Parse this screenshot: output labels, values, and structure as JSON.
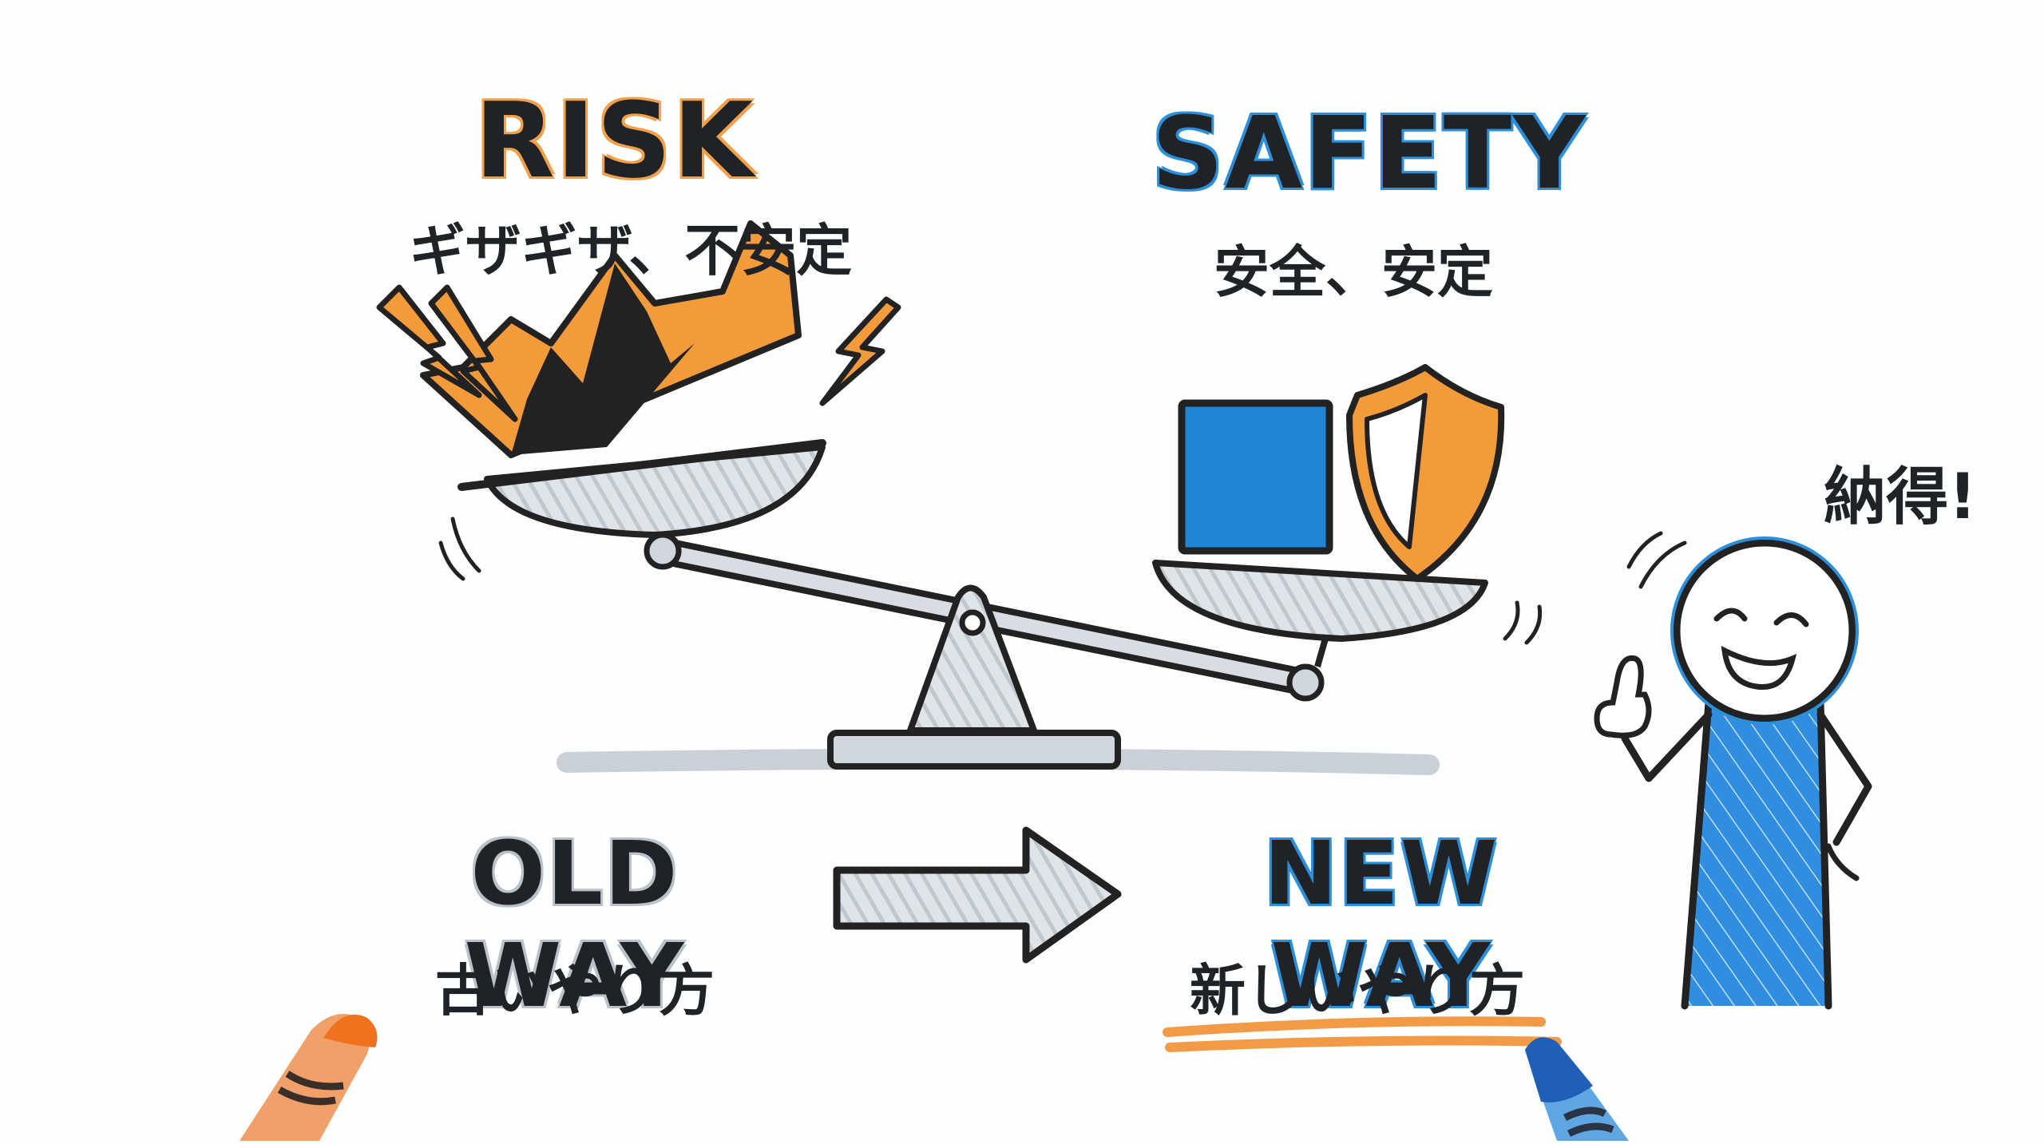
{
  "risk": {
    "title": "RISK",
    "subtitle": "ギザギザ、不安定",
    "title_color": "#f08a24"
  },
  "safety": {
    "title": "SAFETY",
    "subtitle": "安全、安定",
    "title_color": "#2d8fd9"
  },
  "old_way": {
    "title": "OLD WAY",
    "subtitle": "古いやり方"
  },
  "new_way": {
    "title": "NEW WAY",
    "subtitle": "新しいやり方",
    "underline_color": "#f29a45"
  },
  "character": {
    "speech": "納得!",
    "shirt_color": "#2f8ee0"
  },
  "colors": {
    "orange": "#f39a3a",
    "blue": "#1f86d8",
    "gray": "#c3cad1",
    "ink": "#1f2328",
    "crayon_orange": "#f0711e",
    "crayon_blue": "#1f5fb8"
  }
}
